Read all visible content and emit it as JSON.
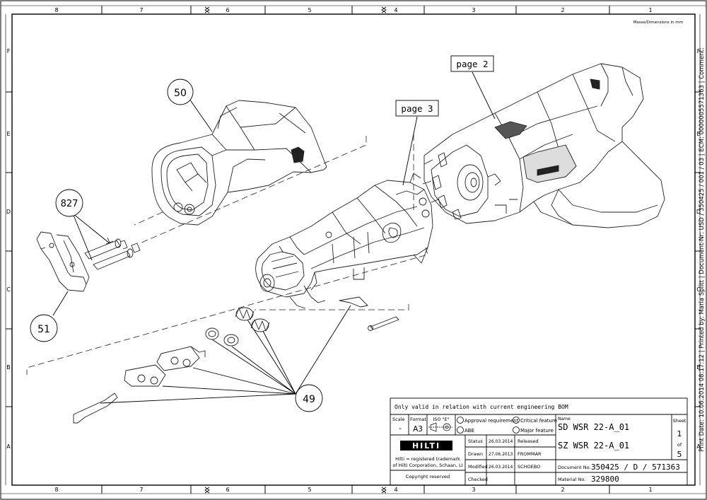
{
  "frame": {
    "top_zones": [
      "8",
      "7",
      "6",
      "5",
      "4",
      "3",
      "2",
      "1"
    ],
    "bottom_zones": [
      "8",
      "7",
      "6",
      "5",
      "4",
      "3",
      "2",
      "1"
    ],
    "left_zones": [
      "F",
      "E",
      "D",
      "C",
      "B",
      "A"
    ],
    "right_zones": [
      "F",
      "E",
      "D",
      "C",
      "B",
      "A"
    ],
    "units_note": "Masse/Dimensions in mm",
    "print_info": "Print Date: 10.06.2014 08:17:12 | Printed by: Maria Splitt | Document-Nr: USD / 350425 / 001 / 03 | ECM: 0000005571363 | Comment:"
  },
  "callouts": {
    "page2": "page 2",
    "page3": "page 3",
    "c50": "50",
    "c827": "827",
    "c51": "51",
    "c49": "49"
  },
  "title_block": {
    "validity_note": "Only valid in relation with current engineering BOM",
    "scale_label": "Scale",
    "scale_value": "-",
    "format_label": "Format",
    "format_value": "A3",
    "iso_label": "ISO \"E\"",
    "approval_requirement": "Approval requirement",
    "abe": "ABE",
    "critical_feature": "Critical feature",
    "major_feature": "Major feature",
    "brand": "HILTI",
    "trademark_line1": "Hilti = registered trademark",
    "trademark_line2": "of Hilti Corporation, Schaan, LI",
    "copyright": "Copyright reserved",
    "rows": [
      {
        "label": "Status",
        "date": "26.03.2014",
        "value": "Released"
      },
      {
        "label": "Drawn",
        "date": "27.06.2013",
        "value": "FROMMAR"
      },
      {
        "label": "Modified",
        "date": "26.03.2014",
        "value": "SCHOEBO"
      },
      {
        "label": "Checked",
        "date": "",
        "value": ""
      }
    ],
    "name_label": "Name",
    "name_sd": "SD WSR 22-A_01",
    "name_sz": "SZ WSR 22-A_01",
    "sheet_label": "Sheet",
    "sheet_number": "1",
    "of_label": "of",
    "sheet_total": "5",
    "document_label": "Document No.",
    "document_value": "350425 / D / 571363",
    "material_label": "Material No.",
    "material_value": "329800"
  }
}
